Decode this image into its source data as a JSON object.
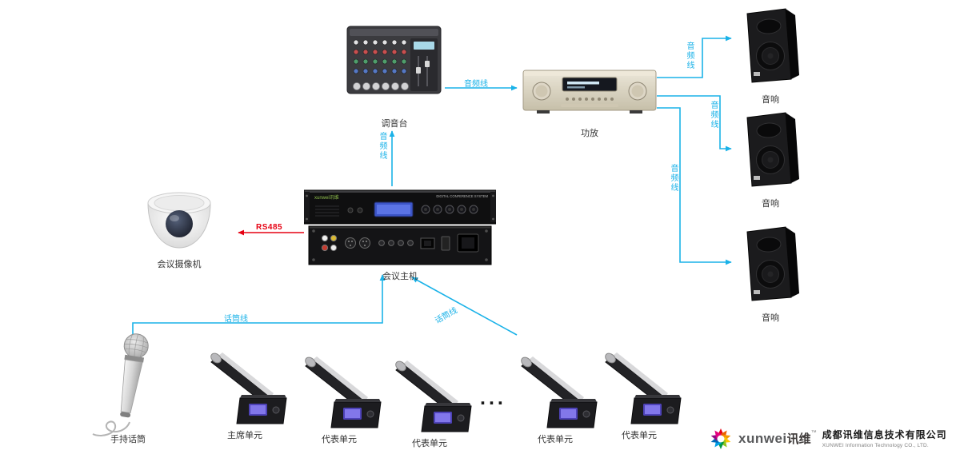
{
  "nodes": {
    "mixer": {
      "label": "调音台"
    },
    "amplifier": {
      "label": "功放"
    },
    "speakers": [
      {
        "label": "音响"
      },
      {
        "label": "音响"
      },
      {
        "label": "音响"
      }
    ],
    "camera": {
      "label": "会议摄像机"
    },
    "host": {
      "label": "会议主机",
      "logo_text": "xunwei讯维",
      "panel_text": "DIGITAL CONFERENCE SYSTEM"
    },
    "handheld_mic": {
      "label": "手持话筒"
    },
    "units": [
      {
        "label": "主席单元"
      },
      {
        "label": "代表单元"
      },
      {
        "label": "代表单元"
      },
      {
        "label": "代表单元"
      },
      {
        "label": "代表单元"
      }
    ],
    "ellipsis": "..."
  },
  "cables": {
    "audio_label": "音频线",
    "mic_label": "话筒线",
    "rs485_label": "RS485",
    "line_color": "#1ab2e8",
    "rs485_color": "#e60012"
  },
  "footer": {
    "brand_en": "xunwei",
    "brand_cn": "讯维",
    "trademark": "™",
    "company_cn": "成都讯维信息技术有限公司",
    "company_en": "XUNWEI Information Technology CO., LTD."
  }
}
